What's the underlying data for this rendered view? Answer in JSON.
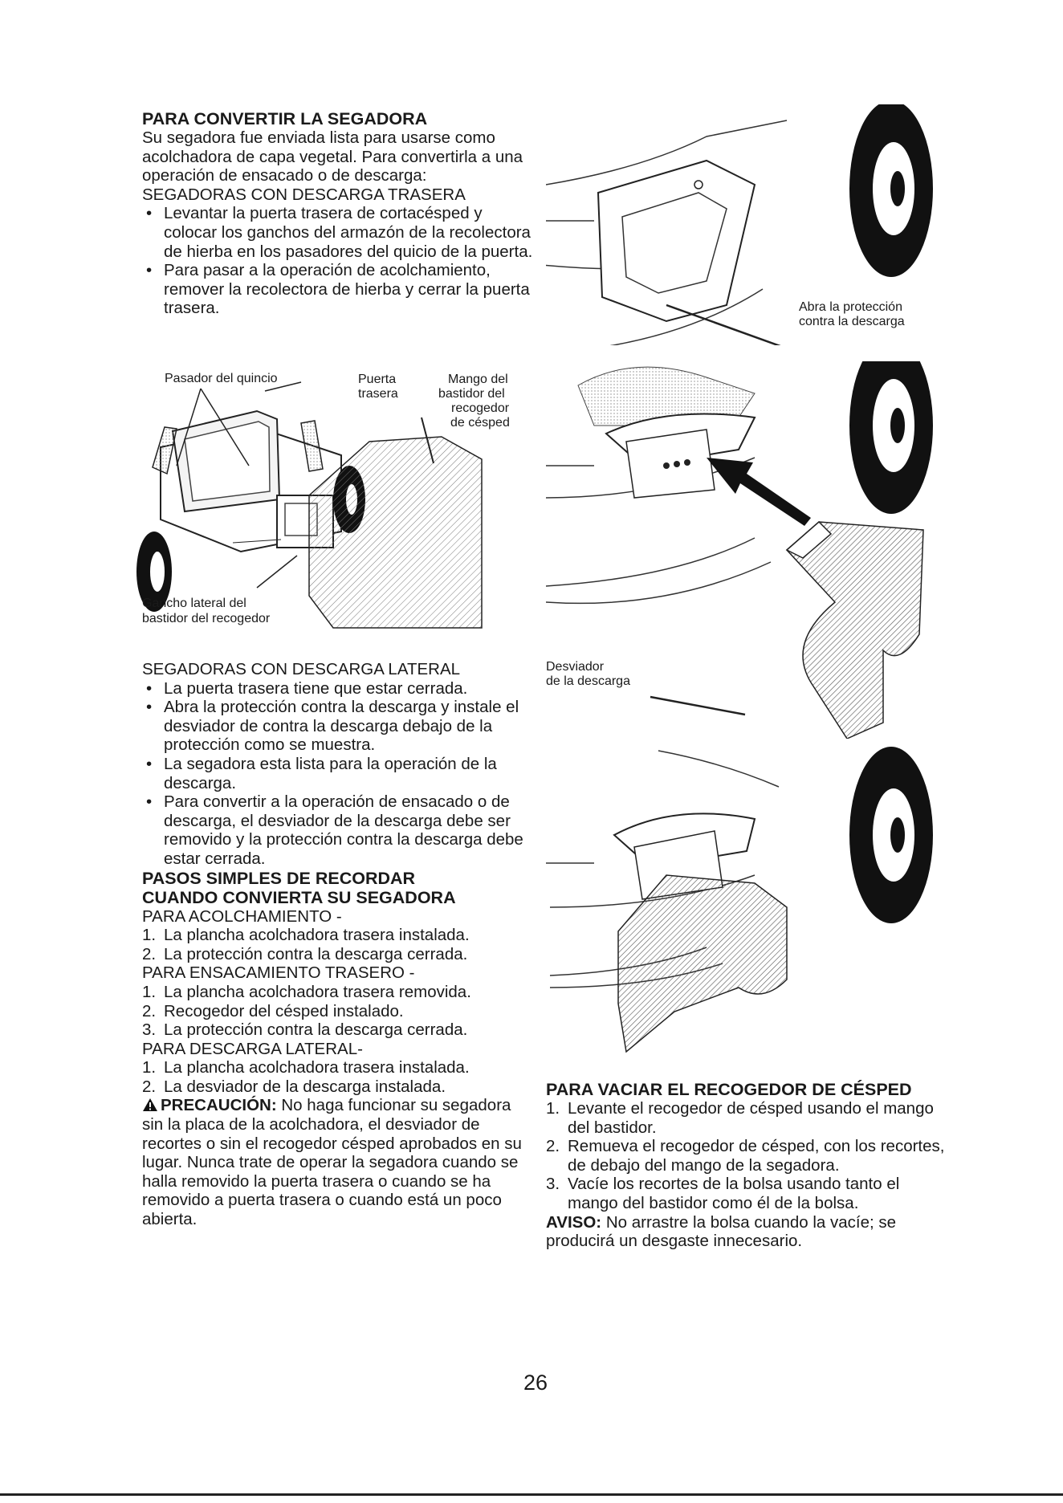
{
  "convert": {
    "heading": "PARA CONVERTIR LA SEGADORA",
    "intro": "Su segadora fue enviada lista para usarse como acolchadora de capa vegetal. Para convertirla a una operación de ensacado o de descarga:",
    "rear_heading": "SEGADORAS CON DESCARGA TRASERA",
    "rear_items": [
      "Levantar la puerta trasera de cortacésped y colocar los ganchos del armazón de la recolectora de hierba en los pasadores del quicio de la puerta.",
      "Para pasar a la operación de acolchamiento, remover la recolectora de hierba y cerrar la puerta trasera."
    ],
    "side_heading": "SEGADORAS CON DESCARGA LATERAL",
    "side_items": [
      "La puerta trasera tiene que estar cerrada.",
      "Abra la protección contra la descarga y instale el desviador de contra la descarga debajo de la protección como se muestra.",
      "La segadora esta lista para la operación de la descarga.",
      "Para convertir a la operación de ensacado o de descarga, el desviador de la descarga debe ser removido y la protección contra la descarga debe estar cerrada."
    ]
  },
  "figure_left": {
    "label_hinge_pin": "Pasador del quincio",
    "label_rear_door_1": "Puerta",
    "label_rear_door_2": "trasera",
    "label_frame_handle_1": "Mango del",
    "label_frame_handle_2": "bastidor del",
    "label_frame_handle_3": "recogedor",
    "label_frame_handle_4": "de césped",
    "label_side_hook_1": "Gancho lateral del",
    "label_side_hook_2": "bastidor del recogedor"
  },
  "figure_right": {
    "label_open_guard_1": "Abra la protección",
    "label_open_guard_2": "contra la descarga",
    "label_deflector_1": "Desviador",
    "label_deflector_2": "de la descarga"
  },
  "steps": {
    "heading_1": "PASOS SIMPLES DE RECORDAR",
    "heading_2": "CUANDO CONVIERTA SU SEGADORA",
    "mulch_heading": "PARA ACOLCHAMIENTO -",
    "mulch_items": [
      "La plancha acolchadora trasera instalada.",
      "La protección contra la descarga cerrada."
    ],
    "rearbag_heading": "PARA ENSACAMIENTO TRASERO -",
    "rearbag_items": [
      "La plancha acolchadora trasera removida.",
      "Recogedor del césped instalado.",
      "La protección contra la descarga cerrada."
    ],
    "side_heading": "PARA DESCARGA LATERAL-",
    "side_items": [
      "La plancha acolchadora trasera instalada.",
      "La desviador de la descarga instalada."
    ]
  },
  "caution": {
    "label": "PRECAUCIÓN:",
    "text": "No haga funcionar su segadora sin la placa de la acolchadora, el desviador de recortes o sin el recogedor césped aprobados en su lugar. Nunca trate de operar la segadora cuando se halla removido la puerta trasera o cuando se ha removido a puerta trasera o cuando está un poco abierta."
  },
  "empty": {
    "heading": "PARA VACIAR EL RECOGEDOR DE CÉSPED",
    "items": [
      "Levante el recogedor de césped usando el mango del bastidor.",
      "Remueva el recogedor de césped, con los recortes, de debajo del mango de la segadora.",
      "Vacíe los recortes de la bolsa usando tanto el mango del bastidor como él de la bolsa."
    ],
    "notice_label": "AVISO:",
    "notice_text": "No arrastre la bolsa cuando la vacíe; se producirá un desgaste innecesario."
  },
  "page_number": "26"
}
